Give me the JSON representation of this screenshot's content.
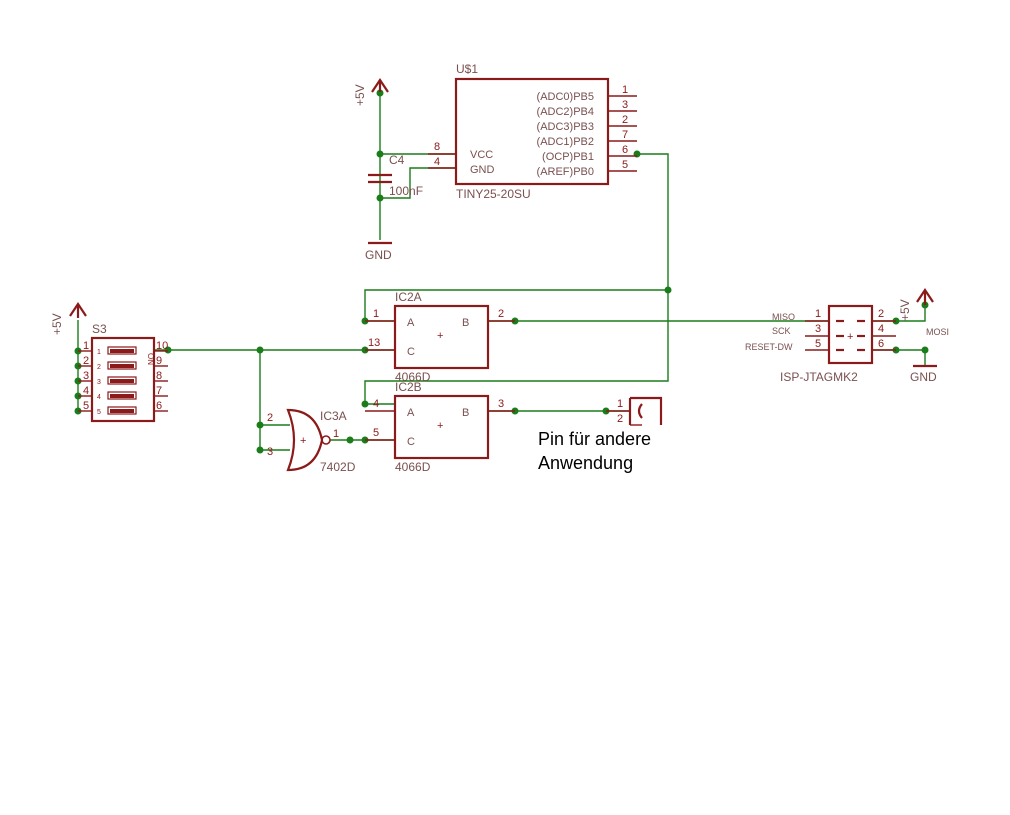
{
  "power": {
    "p5v_a": "+5V",
    "p5v_b": "+5V",
    "p5v_c": "+5V",
    "gnd_a": "GND",
    "gnd_b": "GND"
  },
  "u1": {
    "ref": "U$1",
    "value": "TINY25-20SU",
    "vcc": "VCC",
    "gnd": "GND",
    "pins": [
      {
        "label": "(ADC0)PB5",
        "num": "1"
      },
      {
        "label": "(ADC2)PB4",
        "num": "3"
      },
      {
        "label": "(ADC3)PB3",
        "num": "2"
      },
      {
        "label": "(ADC1)PB2",
        "num": "7"
      },
      {
        "label": "(OCP)PB1",
        "num": "6"
      },
      {
        "label": "(AREF)PB0",
        "num": "5"
      }
    ],
    "vcc_num": "8",
    "gnd_num": "4"
  },
  "c4": {
    "ref": "C4",
    "value": "100nF"
  },
  "s3": {
    "ref": "S3",
    "left_nums": [
      "1",
      "2",
      "3",
      "4",
      "5"
    ],
    "right_nums": [
      "10",
      "9",
      "8",
      "7",
      "6"
    ],
    "sw_nums": [
      "1",
      "2",
      "3",
      "4",
      "5"
    ],
    "on_label": "ON"
  },
  "ic2a": {
    "ref": "IC2A",
    "value": "4066D",
    "a": "A",
    "b": "B",
    "c": "C",
    "pin_a": "1",
    "pin_b": "2",
    "pin_c": "13"
  },
  "ic2b": {
    "ref": "IC2B",
    "value": "4066D",
    "a": "A",
    "b": "B",
    "c": "C",
    "pin_a": "4",
    "pin_b": "3",
    "pin_c": "5"
  },
  "ic3a": {
    "ref": "IC3A",
    "value": "7402D",
    "in1": "2",
    "in2": "3",
    "out": "1"
  },
  "isp": {
    "value": "ISP-JTAGMK2",
    "miso": "MISO",
    "sck": "SCK",
    "reset": "RESET-DW",
    "mosi": "MOSI",
    "nums": [
      "1",
      "2",
      "3",
      "4",
      "5",
      "6"
    ]
  },
  "jp": {
    "n1": "1",
    "n2": "2"
  },
  "note": {
    "line1": "Pin für andere",
    "line2": "Anwendung"
  }
}
